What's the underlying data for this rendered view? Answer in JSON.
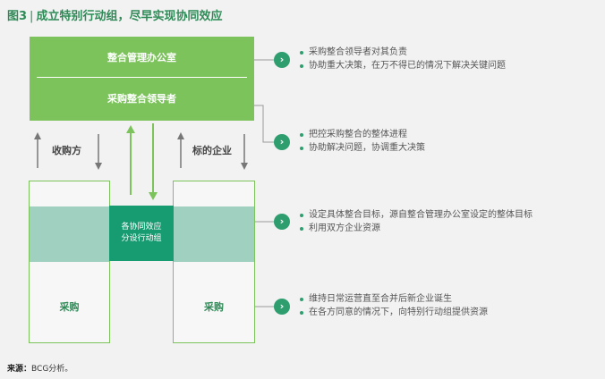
{
  "title": {
    "figure": "图3",
    "text": "成立特别行动组，尽早实现协同效应"
  },
  "top_box": {
    "line1": "整合管理办公室",
    "line2": "采购整合领导者"
  },
  "acquirer_label": "收购方",
  "target_label": "标的企业",
  "center_band": {
    "line1": "各协同效应",
    "line2": "分设行动组"
  },
  "left_column_label": "采购",
  "right_column_label": "采购",
  "annotations": [
    {
      "items": [
        "采购整合领导者对其负责",
        "协助重大决策，在万不得已的情况下解决关键问题"
      ]
    },
    {
      "items": [
        "把控采购整合的整体进程",
        "协助解决问题，协调重大决策"
      ]
    },
    {
      "items": [
        "设定具体整合目标，源自整合管理办公室设定的整体目标",
        "利用双方企业资源"
      ]
    },
    {
      "items": [
        "维持日常运营直至合并后新企业诞生",
        "在各方同意的情况下，向特别行动组提供资源"
      ]
    }
  ],
  "source": {
    "label": "来源：",
    "text": "BCG分析。"
  },
  "colors": {
    "accent": "#2e8b57",
    "light_green": "#7cc35c",
    "teal": "#179c72",
    "band": "#9fd0c0"
  }
}
